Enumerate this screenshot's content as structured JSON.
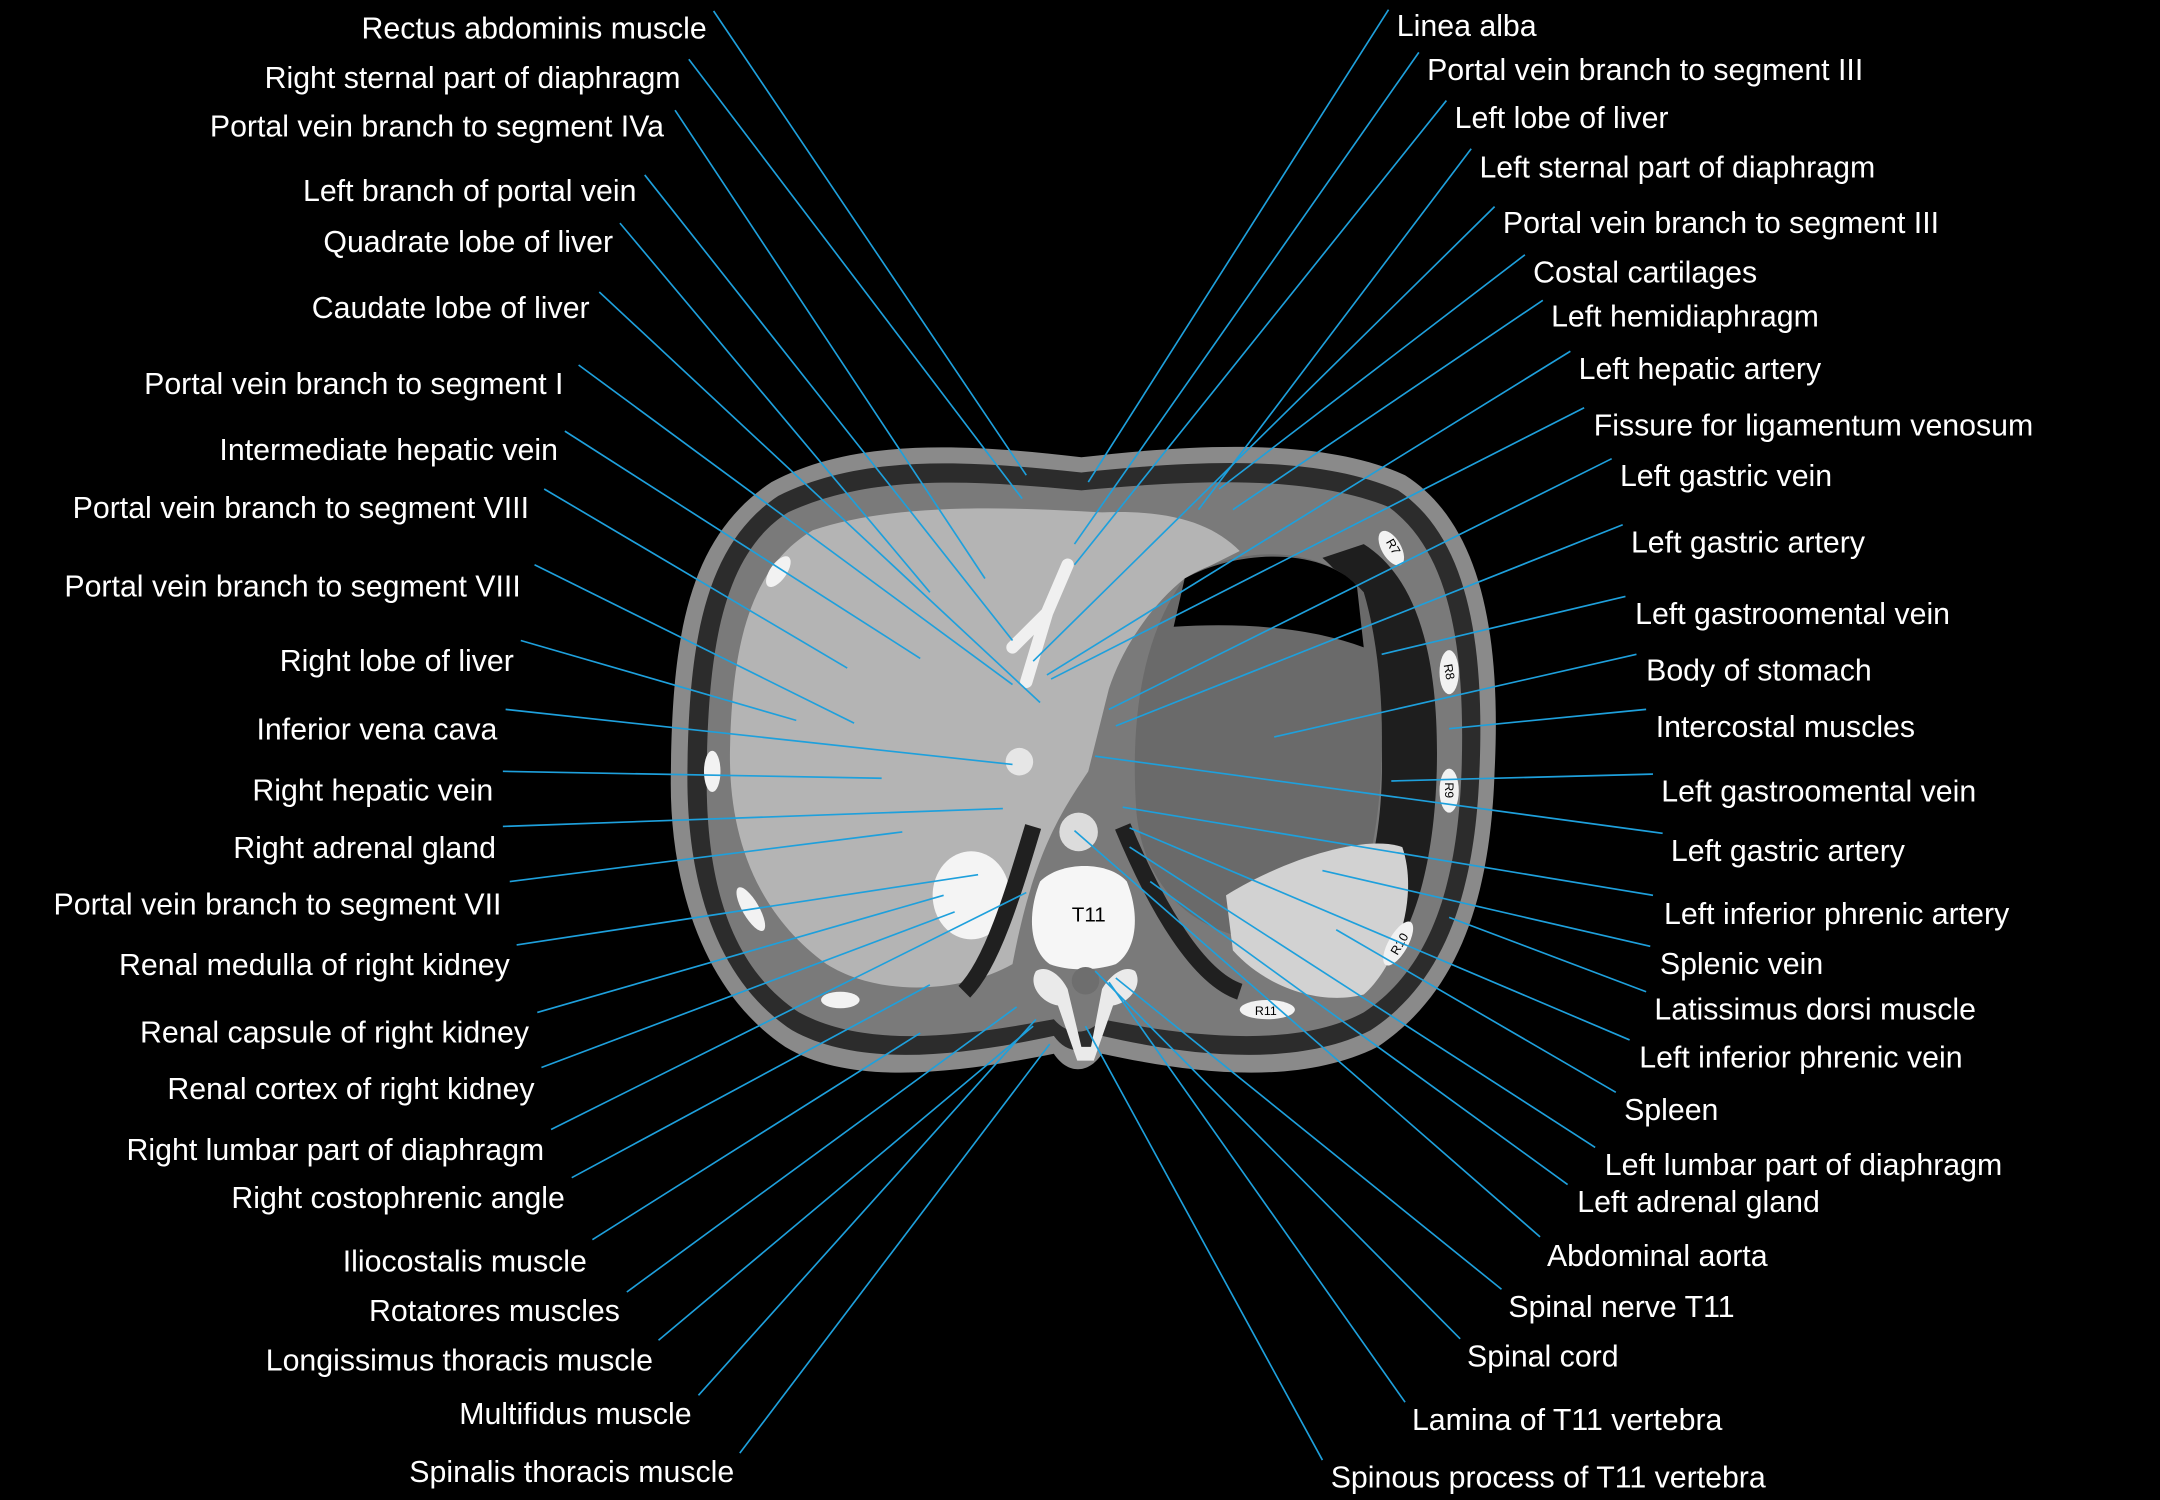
{
  "image": {
    "vertebra_label": "T11",
    "rib_labels": [
      "R7",
      "R8",
      "R9",
      "R10",
      "R11"
    ]
  },
  "labels_left": [
    "Rectus abdominis muscle",
    "Right sternal part of diaphragm",
    "Portal vein branch to segment IVa",
    "Left branch of portal vein",
    "Quadrate lobe of liver",
    "Caudate lobe of liver",
    "Portal vein branch to segment I",
    "Intermediate hepatic vein",
    "Portal vein branch to segment VIII",
    "Portal vein branch to segment VIII",
    "Right lobe of liver",
    "Inferior vena cava",
    "Right hepatic vein",
    "Right adrenal gland",
    "Portal vein branch to segment VII",
    "Renal medulla of right kidney",
    "Renal capsule of right kidney",
    "Renal cortex of right kidney",
    "Right lumbar part of diaphragm",
    "Right costophrenic angle",
    "Iliocostalis muscle",
    "Rotatores muscles",
    "Longissimus thoracis muscle",
    "Multifidus muscle",
    "Spinalis thoracis muscle"
  ],
  "labels_right": [
    "Linea alba",
    "Portal vein branch to segment III",
    "Left lobe of liver",
    "Left sternal part of diaphragm",
    "Portal vein branch to segment III",
    "Costal cartilages",
    "Left hemidiaphragm",
    "Left hepatic artery",
    "Fissure for ligamentum venosum",
    "Left gastric vein",
    "Left gastric artery",
    "Left gastroomental vein",
    "Body of stomach",
    "Intercostal muscles",
    "Left gastroomental vein",
    "Left gastric artery",
    "Left inferior phrenic artery",
    "Splenic vein",
    "Latissimus dorsi muscle",
    "Left inferior phrenic vein",
    "Spleen",
    "Left lumbar part of diaphragm",
    "Left adrenal gland",
    "Abdominal aorta",
    "Spinal nerve T11",
    "Spinal cord",
    "Lamina of T11 vertebra",
    "Spinous process of T11 vertebra"
  ],
  "colors": {
    "leader_line": "#1ea0dc",
    "label_text": "#ffffff",
    "background": "#000000"
  }
}
